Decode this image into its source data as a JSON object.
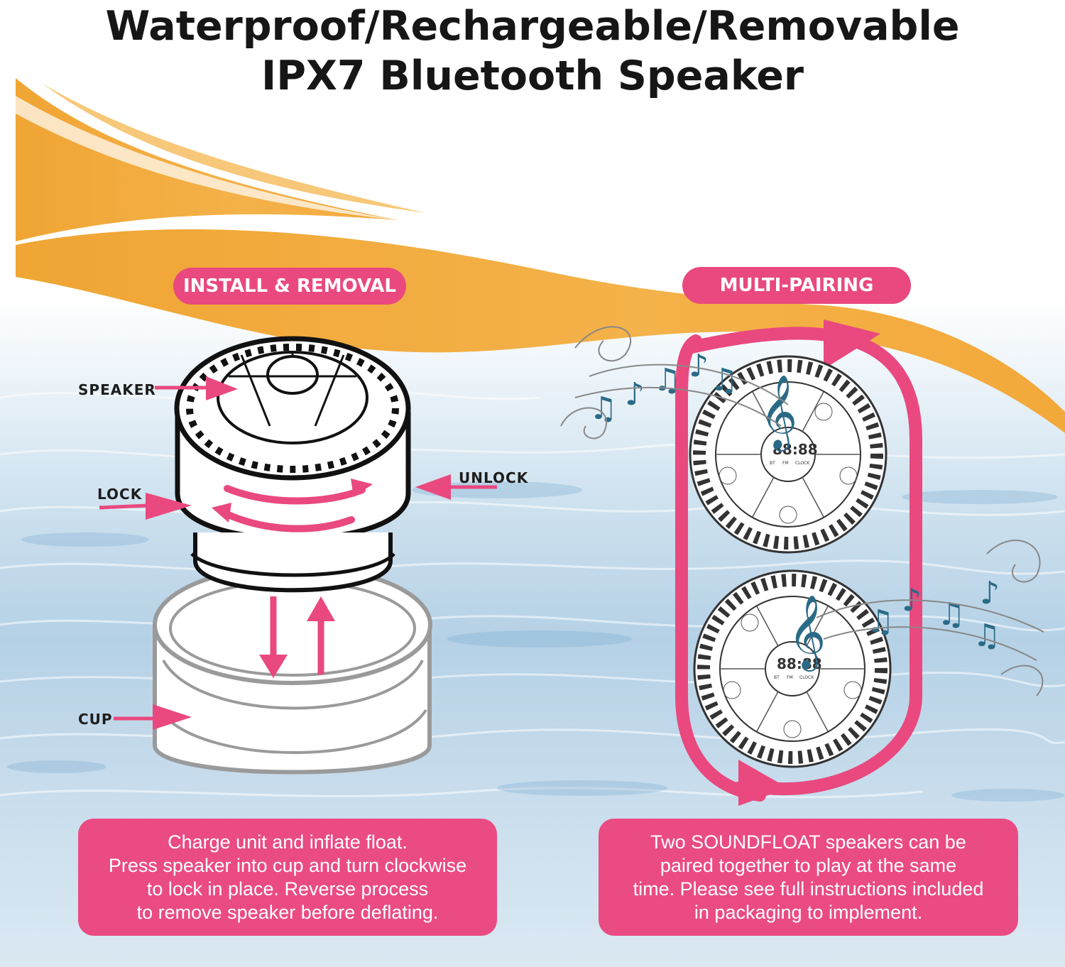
{
  "title": {
    "line1": "Waterproof/Rechargeable/Removable",
    "line2": "IPX7 Bluetooth Speaker"
  },
  "install": {
    "heading": "INSTALL & REMOVAL",
    "labels": {
      "speaker": "SPEAKER",
      "lock": "LOCK",
      "unlock": "UNLOCK",
      "cup": "CUP"
    },
    "description": [
      "Charge unit and inflate float.",
      "Press speaker into cup and turn clockwise",
      "to lock in place. Reverse process",
      "to remove speaker before deflating."
    ]
  },
  "pairing": {
    "heading": "MULTI-PAIRING",
    "display": {
      "digits": "88:88",
      "modes": [
        "BT",
        "FM",
        "CLOCK"
      ]
    },
    "description": [
      "Two SOUNDFLOAT speakers can be",
      "paired together to play at the same",
      "time. Please see full instructions included",
      "in packaging to implement."
    ]
  },
  "colors": {
    "accent_pink": "#e9497f",
    "wave_orange": "#f2a93b",
    "water_blue": "#b5d1e6",
    "title_text": "#161616"
  },
  "icons": [
    "music-note-icon",
    "treble-clef-icon",
    "swirl-icon",
    "power-icon",
    "play-pause-icon",
    "plus-icon",
    "minus-icon",
    "mode-icon"
  ]
}
